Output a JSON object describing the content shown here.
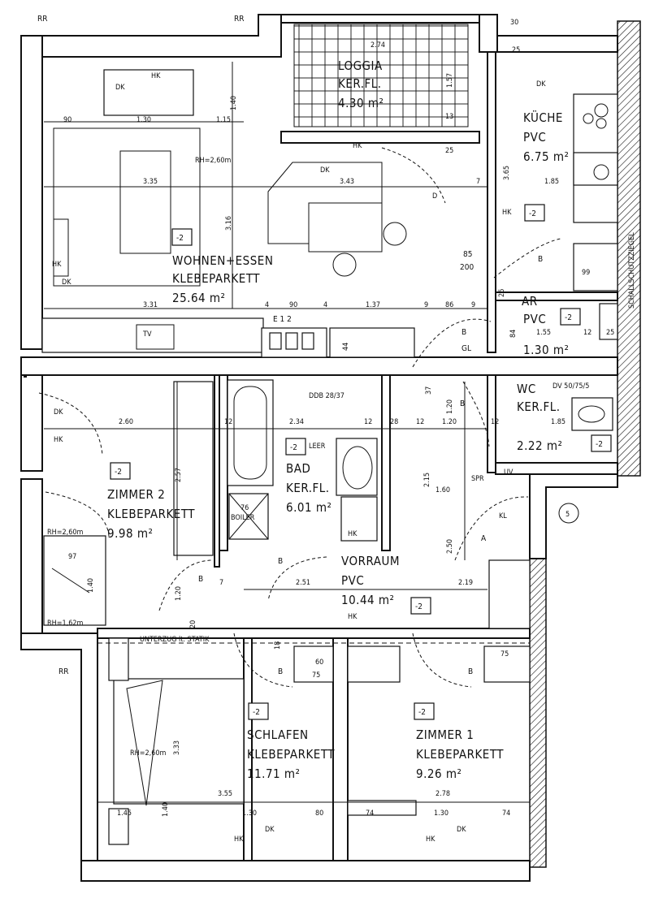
{
  "rooms": {
    "loggia": {
      "name": "LOGGIA",
      "floor": "KER.FL.",
      "area": "4.30 m²"
    },
    "kueche": {
      "name": "KÜCHE",
      "floor": "PVC",
      "area": "6.75 m²"
    },
    "wohnen": {
      "name": "WOHNEN+ESSEN",
      "floor": "KLEBEPARKETT",
      "area": "25.64 m²"
    },
    "ar": {
      "name": "AR",
      "floor": "PVC",
      "area": "1.30 m²"
    },
    "wc": {
      "name": "WC",
      "floor": "KER.FL.",
      "area": "2.22 m²"
    },
    "bad": {
      "name": "BAD",
      "floor": "KER.FL.",
      "area": "6.01 m²"
    },
    "zimmer2": {
      "name": "ZIMMER 2",
      "floor": "KLEBEPARKETT",
      "area": "9.98 m²"
    },
    "vorraum": {
      "name": "VORRAUM",
      "floor": "PVC",
      "area": "10.44 m²"
    },
    "schlafen": {
      "name": "SCHLAFEN",
      "floor": "KLEBEPARKETT",
      "area": "11.71 m²"
    },
    "zimmer1": {
      "name": "ZIMMER 1",
      "floor": "KLEBEPARKETT",
      "area": "9.26 m²"
    }
  },
  "level_tag": "-2",
  "annotations": {
    "rr": "RR",
    "dk": "DK",
    "hk": "HK",
    "rh_260m": "RH=2,60m",
    "rh_262m": "RH=1,62m",
    "rh_260m_b": "RH=2,60m",
    "tv": "TV",
    "stove": "E  1  2",
    "gl": "GL",
    "b": "B",
    "a": "A",
    "d": "D",
    "ddb": "DDB 28/37",
    "dv": "DV 50/75/5",
    "spr": "SPR",
    "uv": "UV",
    "kl": "KL",
    "leer": "LEER",
    "boiler": "BOILER",
    "unterzug": "UNTERZUG lt. STATIK",
    "schallschutz": "SCHALLSCHUTZZIEGEL",
    "axis": "5",
    "door_85": "85",
    "door_200": "200"
  },
  "dimensions": {
    "d274": "2.74",
    "d157": "1.57",
    "d13": "13",
    "d25a": "25",
    "d30": "30",
    "d25b": "25",
    "d90": "90",
    "d130": "1.30",
    "d115": "1.15",
    "d140": "1.40",
    "d335": "3.35",
    "d343": "3.43",
    "d316": "3.16",
    "d365": "3.65",
    "d185a": "1.85",
    "d7a": "7",
    "d99": "99",
    "d331": "3.31",
    "d4a": "4",
    "d90b": "90",
    "d4b": "4",
    "d137": "1.37",
    "d9a": "9",
    "d86": "86",
    "d9b": "9",
    "d84": "84",
    "d155": "1.55",
    "d12a": "12",
    "d25c": "25",
    "d26": "26",
    "d44": "44",
    "d260": "2.60",
    "d12b": "12",
    "d234": "2.34",
    "d12c": "12",
    "d37": "37",
    "d120a": "1.20",
    "d120b": "1.20",
    "d185b": "1.85",
    "d257": "2.57",
    "d76": "76",
    "d215": "2.15",
    "d160": "1.60",
    "d97": "97",
    "d140b": "1.40",
    "d250": "2.50",
    "d251": "2.51",
    "d219": "2.19",
    "d120c": "1.20",
    "d7b": "7",
    "d20": "20",
    "d18": "18",
    "d60": "60",
    "d75a": "75",
    "d75b": "75",
    "d333": "3.33",
    "d355": "3.55",
    "d278": "2.78",
    "d145": "1.45",
    "d140c": "1.40",
    "d130b": "1.30",
    "d80": "80",
    "d74a": "74",
    "d130c": "1.30",
    "d74b": "74",
    "d26b": "28",
    "d12d": "12",
    "d12e": "12"
  }
}
